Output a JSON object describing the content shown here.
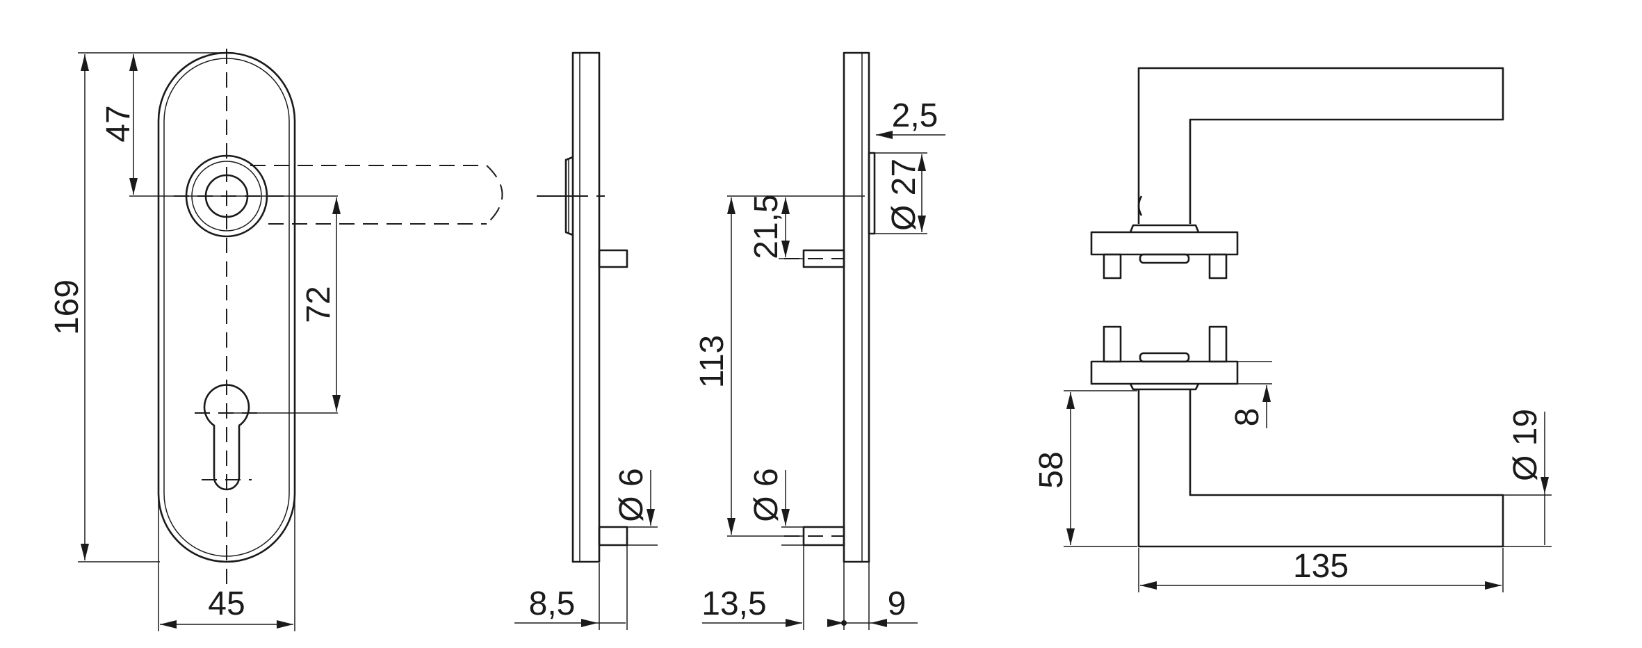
{
  "dimensions": {
    "front_top_to_spindle": "47",
    "front_total_height": "169",
    "front_spindle_to_keyhole": "72",
    "front_width": "45",
    "side1_pin_diameter": "Ø 6",
    "side1_thickness": "8,5",
    "side2_collar_offset": "2,5",
    "side2_collar_diameter": "Ø 27",
    "side2_spindle_to_pin": "21,5",
    "side2_spindle_to_lower_pin": "113",
    "side2_pin_diameter": "Ø 6",
    "side2_pin_length": "13,5",
    "side2_plate_thickness": "9",
    "handle_rose_thickness": "8",
    "handle_bar_diameter": "Ø 19",
    "handle_height": "58",
    "handle_length": "135"
  }
}
